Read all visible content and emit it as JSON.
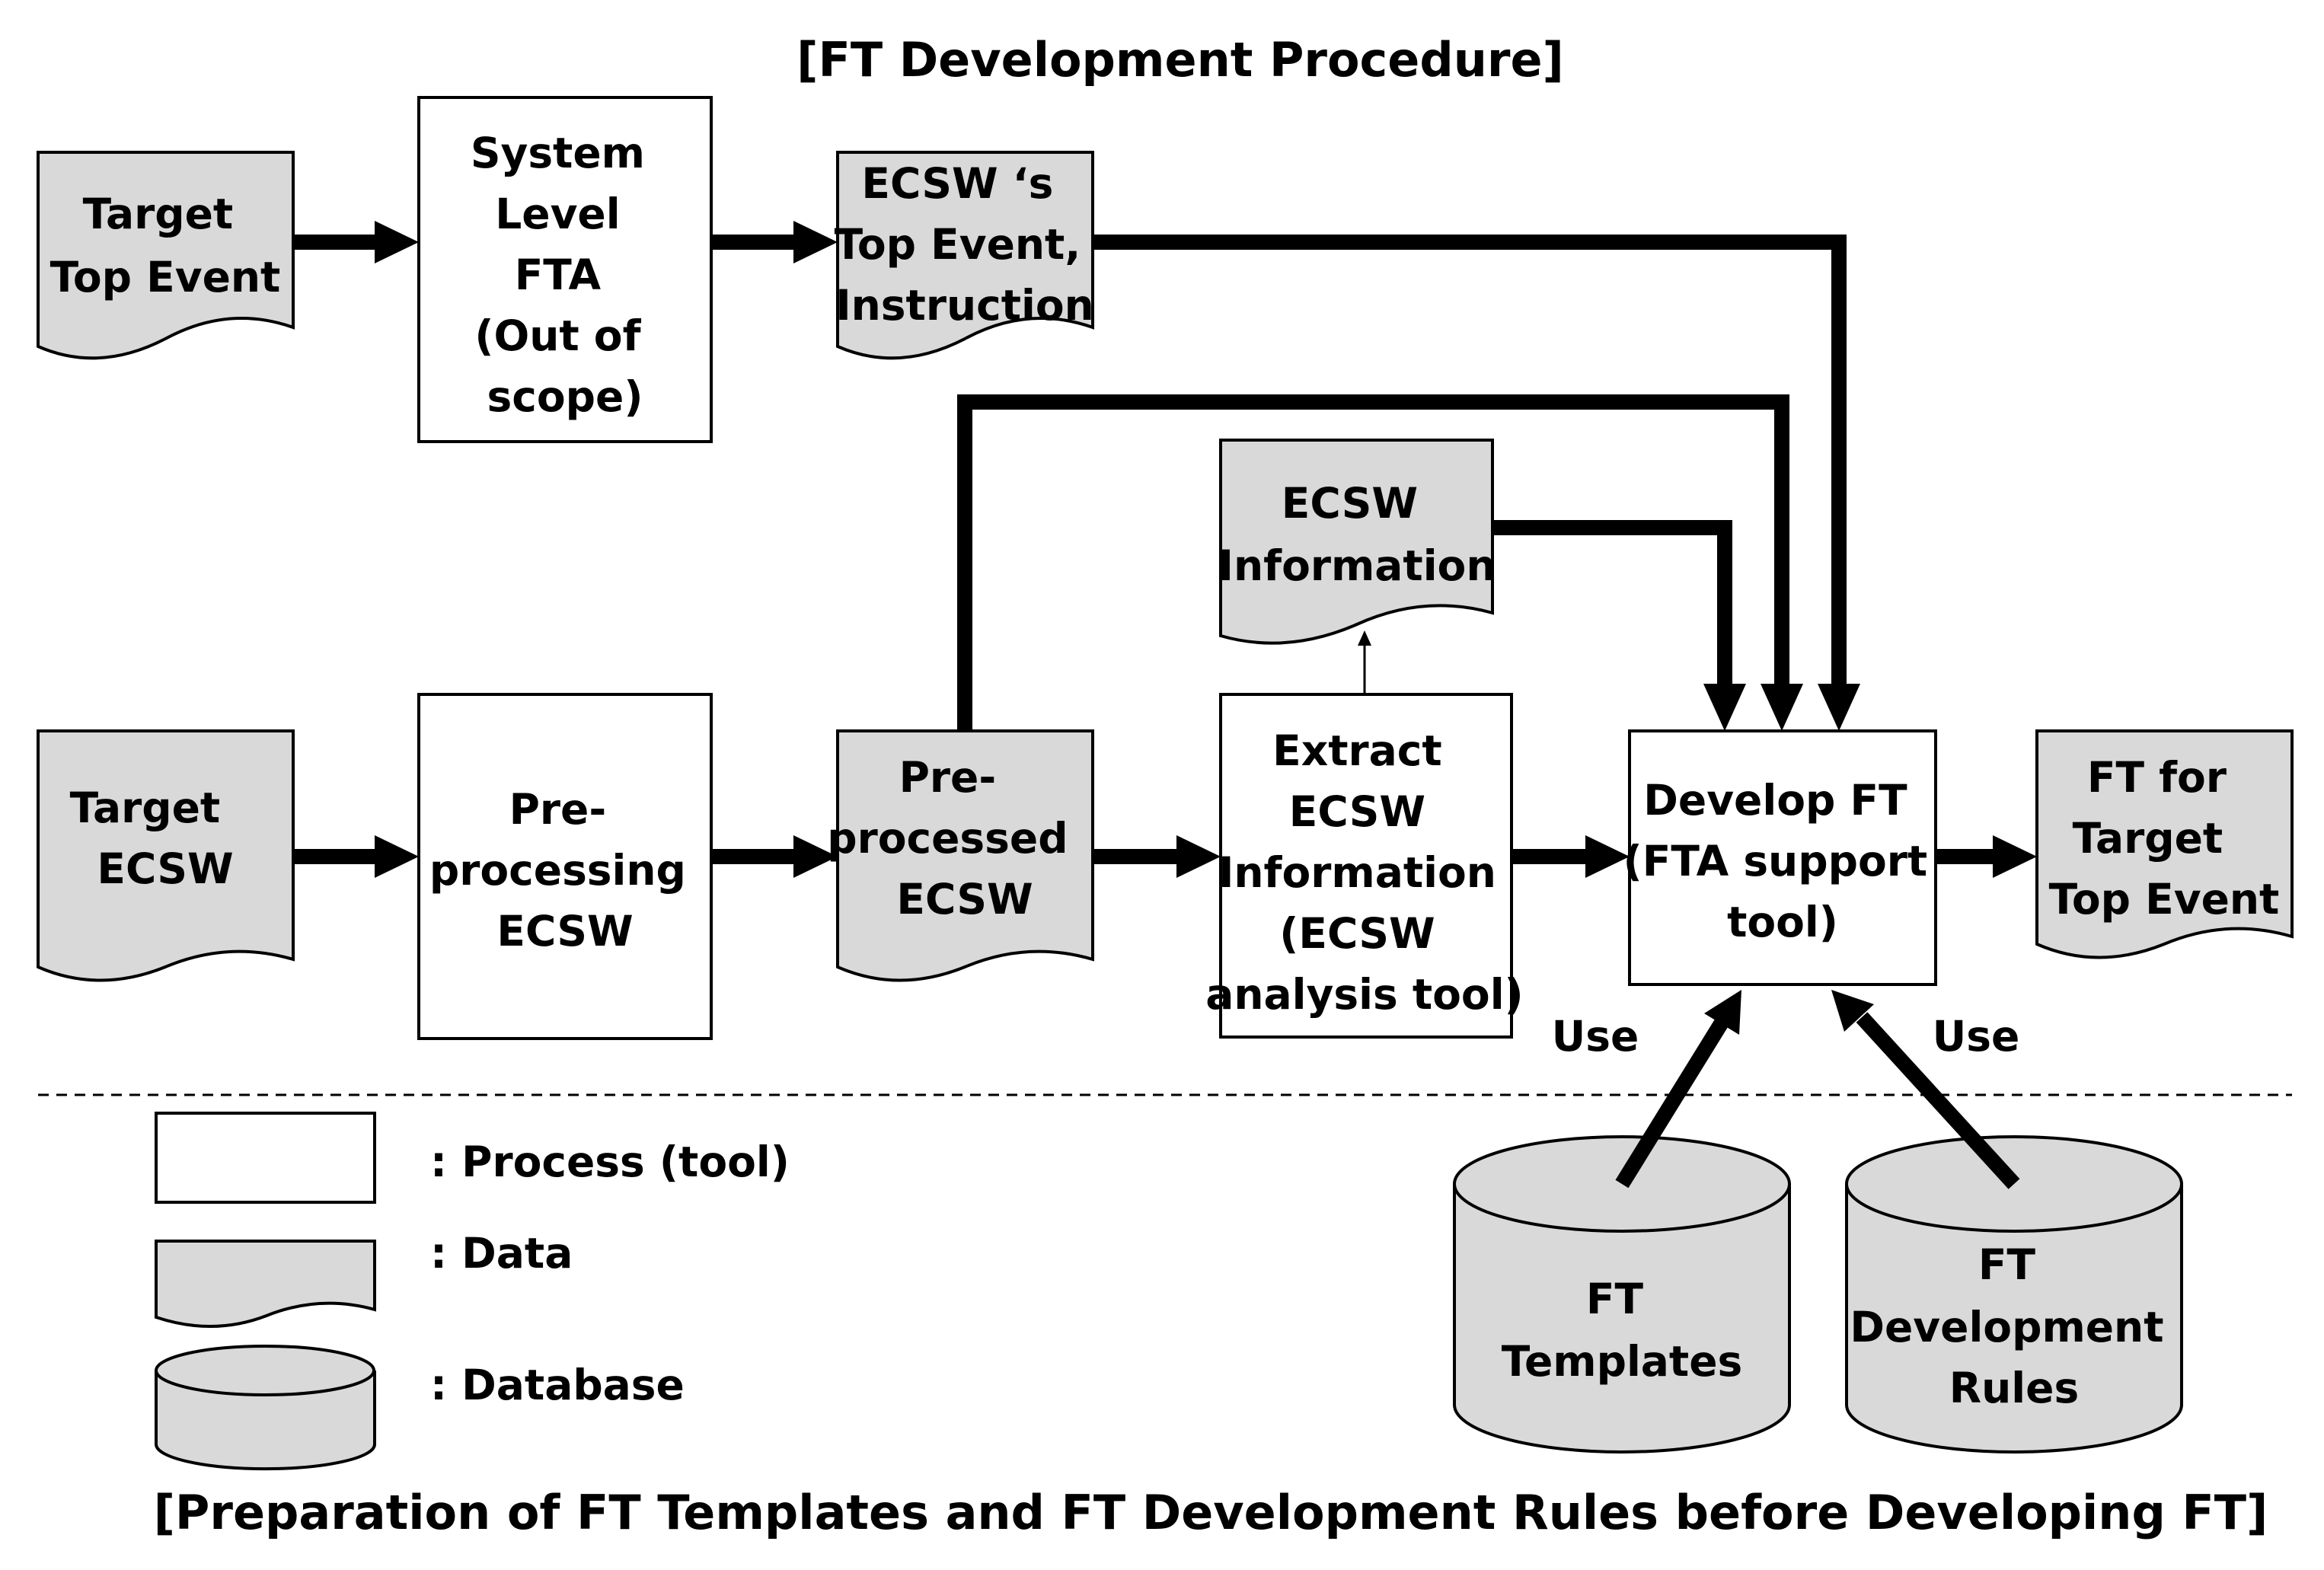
{
  "titles": {
    "top": "[FT Development Procedure]",
    "bottom": "[Preparation of FT Templates and FT Development Rules before Developing FT]"
  },
  "nodes": {
    "target_top_event": [
      "Target",
      "Top Event"
    ],
    "system_level_fta": [
      "System",
      "Level",
      "FTA",
      "(Out of",
      "scope)"
    ],
    "ecsw_top_event": [
      "ECSW ‘s",
      "Top Event,",
      "Instruction"
    ],
    "ecsw_information": [
      "ECSW",
      "Information"
    ],
    "target_ecsw": [
      "Target",
      "ECSW"
    ],
    "preprocessing_ecsw": [
      "Pre-",
      "processing",
      "ECSW"
    ],
    "preprocessed_ecsw": [
      "Pre-",
      "processed",
      "ECSW"
    ],
    "extract_ecsw_info": [
      "Extract",
      "ECSW",
      "Information",
      "(ECSW",
      "analysis tool)"
    ],
    "develop_ft": [
      "Develop FT",
      "(FTA support",
      "tool)"
    ],
    "ft_for_target": [
      "FT for",
      "Target",
      "Top Event"
    ],
    "ft_templates": [
      "FT",
      "Templates"
    ],
    "ft_development_rules": [
      "FT",
      "Development",
      "Rules"
    ]
  },
  "edge_labels": {
    "use_left": "Use",
    "use_right": "Use"
  },
  "legend": {
    "process": ": Process (tool)",
    "data": ": Data",
    "database": ": Database"
  }
}
